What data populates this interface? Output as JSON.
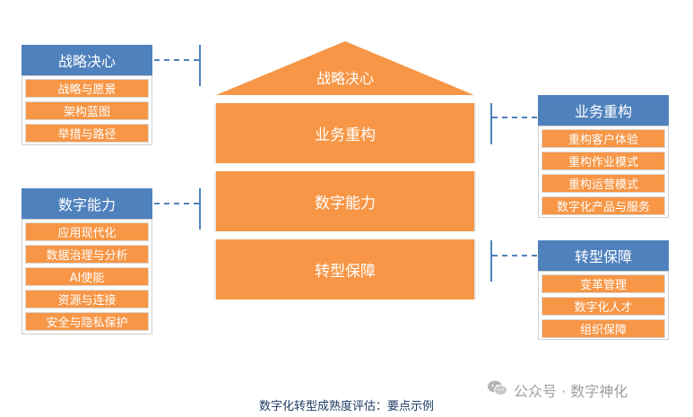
{
  "house": {
    "roof": "战略决心",
    "bands": [
      "业务重构",
      "数字能力",
      "转型保障"
    ]
  },
  "left_groups": [
    {
      "title": "战略决心",
      "items": [
        "战略与愿景",
        "架构蓝图",
        "举措与路径"
      ]
    },
    {
      "title": "数字能力",
      "items": [
        "应用现代化",
        "数据治理与分析",
        "AI使能",
        "资源与连接",
        "安全与隐私保护"
      ]
    }
  ],
  "right_groups": [
    {
      "title": "业务重构",
      "items": [
        "重构客户体验",
        "重构作业模式",
        "重构运营模式",
        "数字化产品与服务"
      ]
    },
    {
      "title": "转型保障",
      "items": [
        "变革管理",
        "数字化人才",
        "组织保障"
      ]
    }
  ],
  "caption": "数字化转型成熟度评估：要点示例",
  "watermark": {
    "text": "公众号 · 数字神化",
    "icon": "wechat-icon"
  },
  "colors": {
    "orange": "#f79646",
    "blue": "#4f81bd"
  }
}
